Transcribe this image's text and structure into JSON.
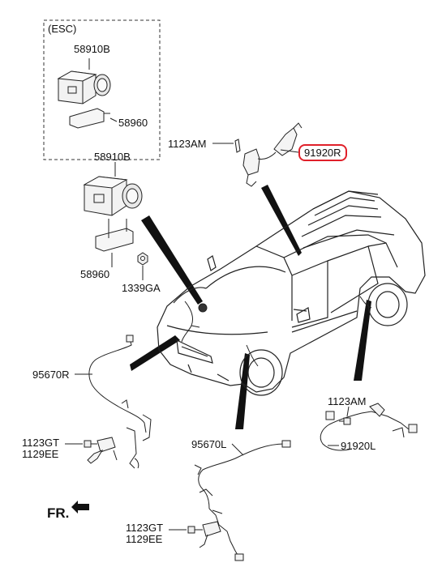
{
  "diagram": {
    "esc_box": {
      "title": "(ESC)",
      "modulator_part": "58910B",
      "bracket_part": "58960"
    },
    "main_parts": {
      "modulator_part": "58910B",
      "bracket_part": "58960",
      "nut_part": "1339GA"
    },
    "front_right": {
      "sensor_part": "95670R",
      "bolt_part_a": "1123GT",
      "bolt_part_b": "1129EE"
    },
    "front_left": {
      "sensor_part": "95670L",
      "bolt_part_a": "1123GT",
      "bolt_part_b": "1129EE"
    },
    "rear_right": {
      "bolt_part": "1123AM",
      "sensor_part": "91920R"
    },
    "rear_left": {
      "bolt_part": "1123AM",
      "sensor_part": "91920L"
    },
    "direction_label": "FR."
  },
  "colors": {
    "line": "#222222",
    "highlight": "#e0202a",
    "pointer": "#111111"
  }
}
